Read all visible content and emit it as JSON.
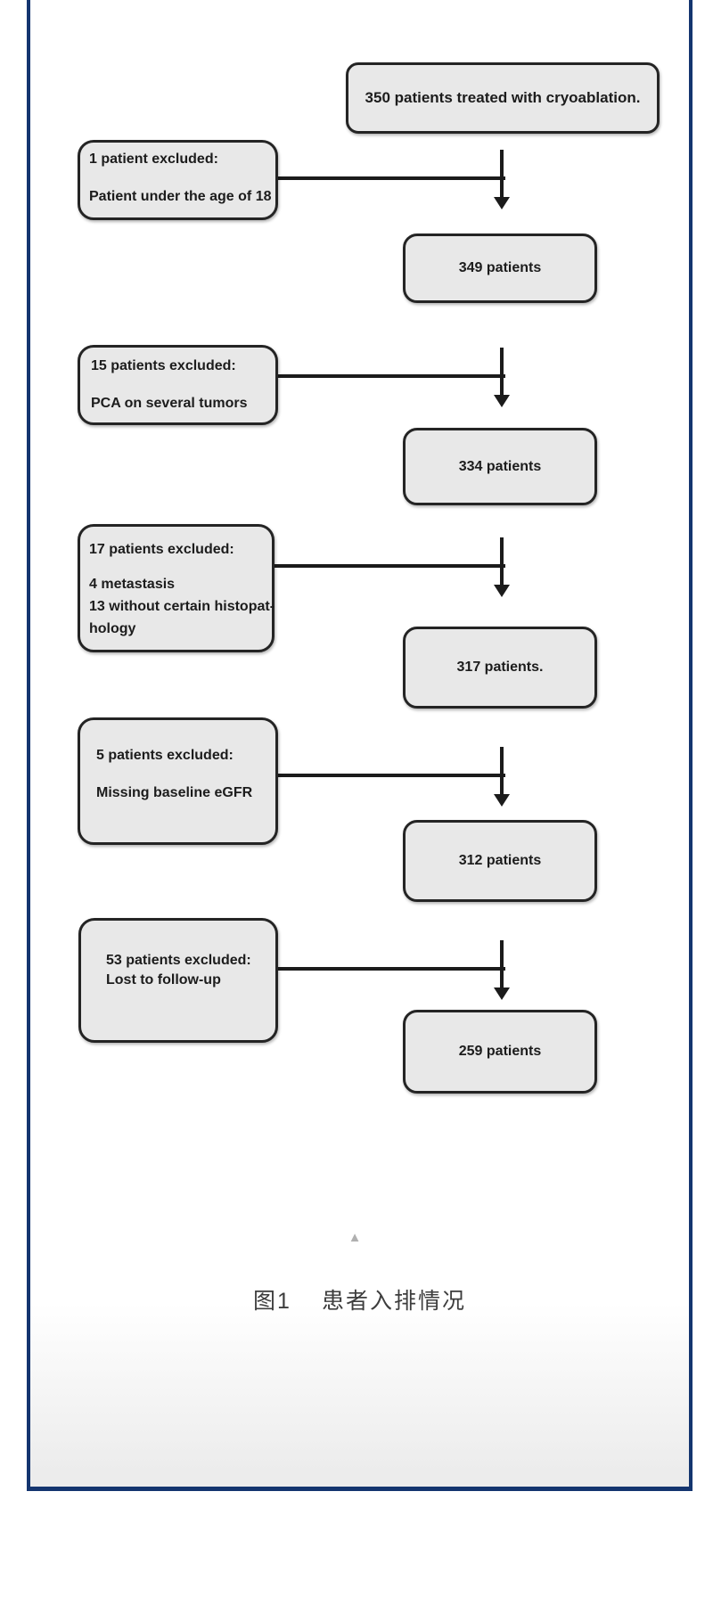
{
  "figure": {
    "main_boxes": [
      "350 patients treated with cryoablation.",
      "349 patients",
      "334 patients",
      "317 patients.",
      "312 patients",
      "259 patients"
    ],
    "exclusion_boxes": [
      {
        "lines": [
          "1 patient excluded:",
          "Patient under the age of 18"
        ]
      },
      {
        "lines": [
          "15 patients excluded:",
          "PCA on several tumors"
        ]
      },
      {
        "lines": [
          "17 patients excluded:",
          "4 metastasis",
          "13 without certain histopat-",
          "hology"
        ]
      },
      {
        "lines": [
          "5 patients excluded:",
          "Missing baseline eGFR"
        ]
      },
      {
        "lines": [
          "53 patients excluded:",
          "Lost to follow-up"
        ]
      }
    ],
    "caption": {
      "label": "图1",
      "title": "患者入排情况"
    }
  },
  "controls": {
    "collapse_icon": "▲"
  },
  "colors": {
    "frame_border": "#14356f",
    "box_fill": "#e8e8e8",
    "box_border": "#242424",
    "arrow": "#1b1b1b",
    "caption_text": "#3d3d3d",
    "collapse_icon": "#b0b0b0",
    "bottom_gradient": "#ececec"
  }
}
